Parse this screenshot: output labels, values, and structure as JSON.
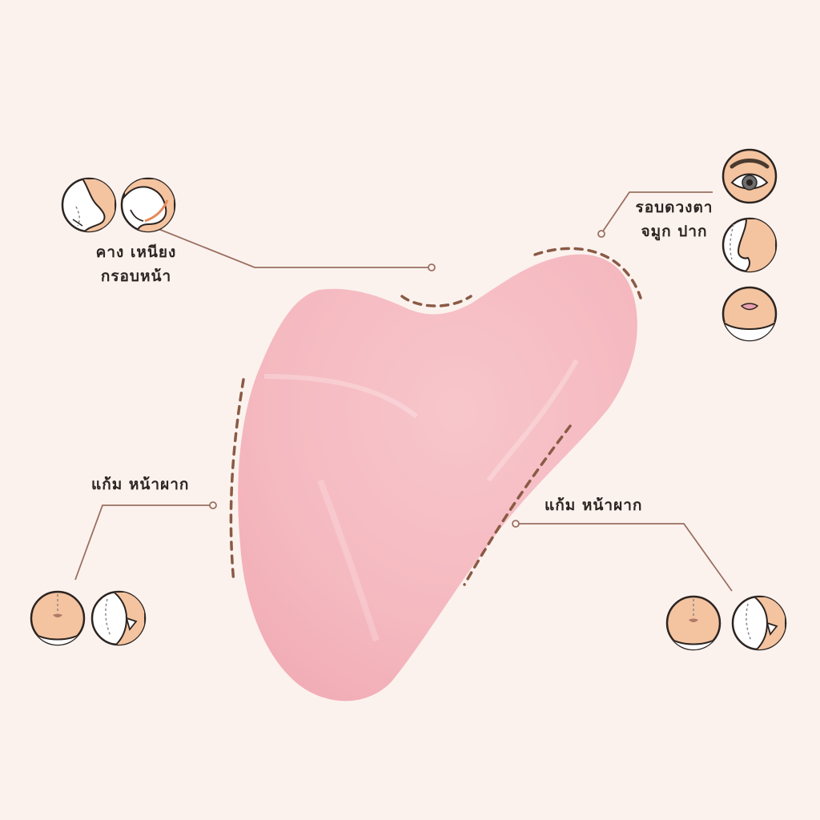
{
  "labels": {
    "top_left_line1": "คาง เหนียง",
    "top_left_line2": "กรอบหน้า",
    "top_right_line1": "รอบดวงตา",
    "top_right_line2": "จมูก ปาก",
    "middle_left": "แก้ม หน้าผาก",
    "middle_right": "แก้ม หน้าผาก"
  },
  "colors": {
    "background": "#fbf2ee",
    "stone": "#f6bcc3",
    "dashes": "#8a5a45",
    "leader_line": "#9a7060",
    "skin": "#f4c3a0",
    "outline": "#2b2421"
  },
  "icons": [
    "jaw-side-icon",
    "chin-profile-icon",
    "eye-icon",
    "nose-profile-icon",
    "lips-icon",
    "chin-front-icon",
    "cheek-side-icon"
  ]
}
